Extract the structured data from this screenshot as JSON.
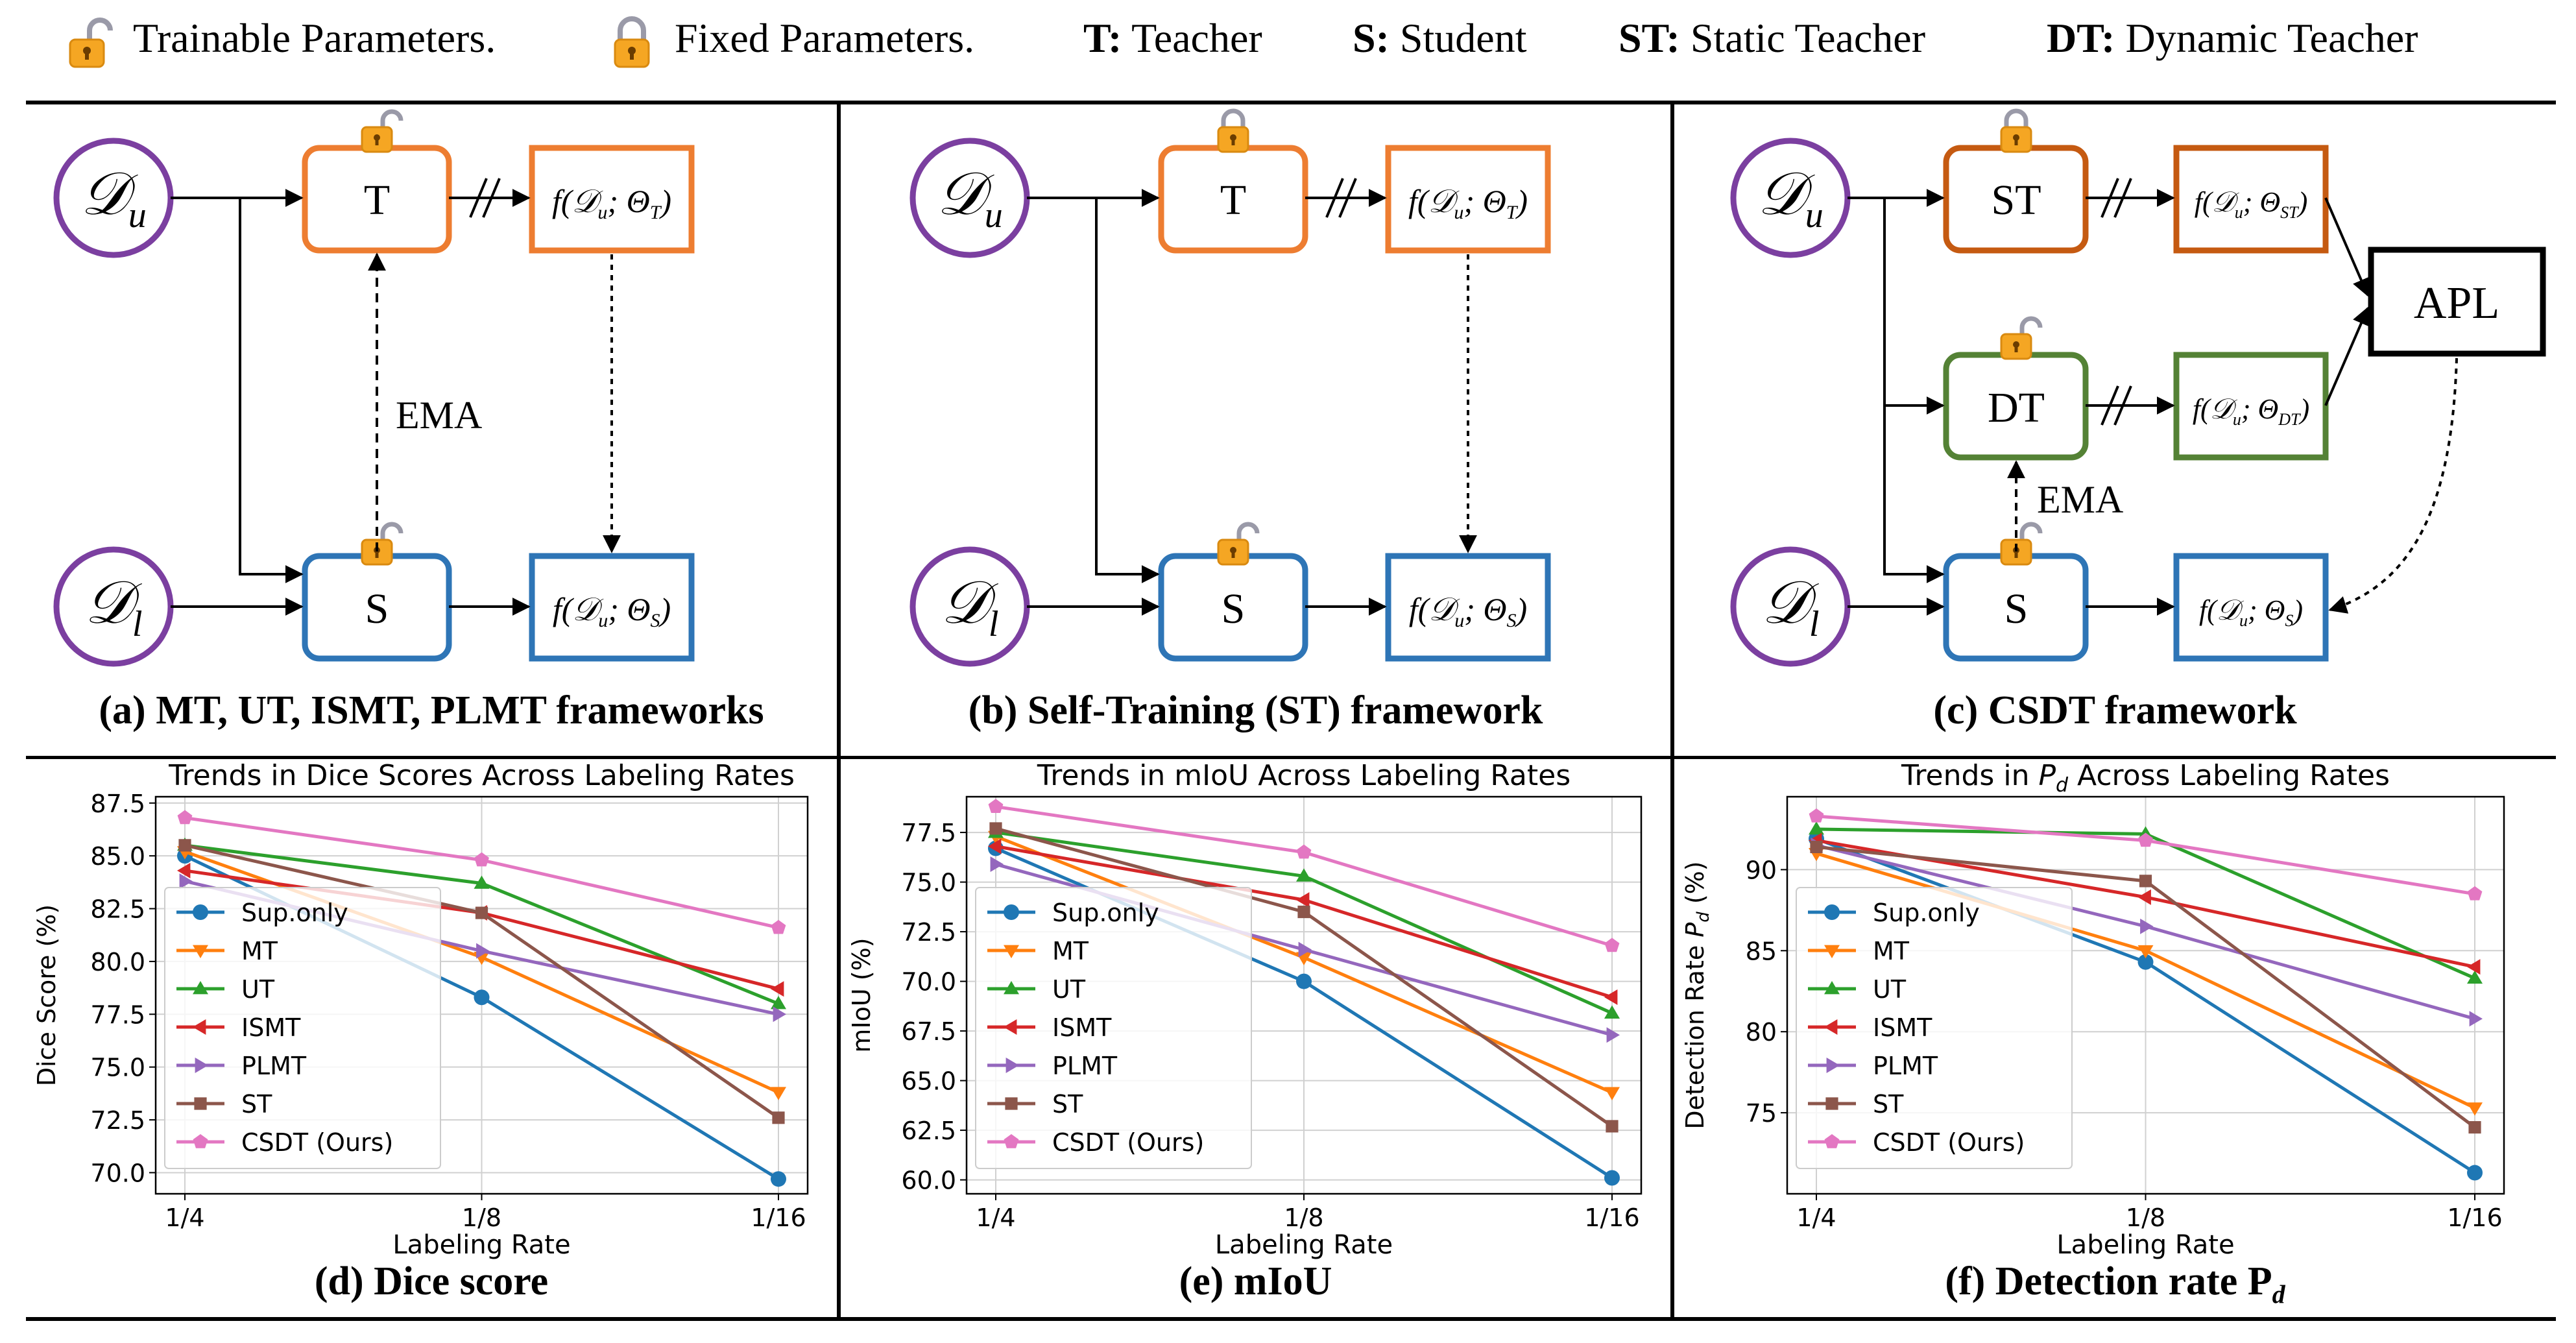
{
  "legend": {
    "trainable": "Trainable Parameters.",
    "fixed": "Fixed Parameters.",
    "t_key": "T:",
    "t_val": "Teacher",
    "s_key": "S:",
    "s_val": "Student",
    "st_key": "ST:",
    "st_val": "Static Teacher",
    "dt_key": "DT:",
    "dt_val": "Dynamic Teacher"
  },
  "panels": {
    "a": {
      "caption": "(a) MT, UT, ISMT, PLMT frameworks",
      "teacher": "T",
      "student": "S",
      "ema": "EMA",
      "du": "𝒟",
      "du_sub": "u",
      "dl": "𝒟",
      "dl_sub": "l",
      "out_t": "f(𝒟u; ΘT)",
      "out_s": "f(𝒟u; ΘS)"
    },
    "b": {
      "caption": "(b) Self-Training (ST) framework",
      "teacher": "T",
      "student": "S",
      "out_t": "f(𝒟u; ΘT)",
      "out_s": "f(𝒟u; ΘS)"
    },
    "c": {
      "caption": "(c) CSDT framework",
      "st": "ST",
      "dt": "DT",
      "student": "S",
      "ema": "EMA",
      "apl": "APL",
      "out_st": "f(𝒟u; ΘST)",
      "out_dt": "f(𝒟u; ΘDT)",
      "out_s": "f(𝒟u; ΘS)"
    },
    "d": {
      "caption": "(d) Dice score"
    },
    "e": {
      "caption": "(e) mIoU"
    },
    "f": {
      "caption": "(f) Detection rate P",
      "caption_sub": "d"
    }
  },
  "colors": {
    "teacher": "#ED7D31",
    "student": "#2E75B6",
    "data": "#7B3FA0",
    "dt": "#548235",
    "st": "#C55A11"
  },
  "chart_data": [
    {
      "type": "line",
      "title": "Trends in Dice Scores Across Labeling Rates",
      "xlabel": "Labeling Rate",
      "ylabel": "Dice Score (%)",
      "categories": [
        "1/4",
        "1/8",
        "1/16"
      ],
      "ylim": [
        69.0,
        87.8
      ],
      "yticks": [
        "70.0",
        "72.5",
        "75.0",
        "77.5",
        "80.0",
        "82.5",
        "85.0",
        "87.5"
      ],
      "grid": true,
      "legend_position": "lower-left",
      "series": [
        {
          "name": "Sup.only",
          "color": "#1f77b4",
          "marker": "circle",
          "values": [
            85.0,
            78.3,
            69.7
          ]
        },
        {
          "name": "MT",
          "color": "#ff7f0e",
          "marker": "triangle-down",
          "values": [
            85.2,
            80.2,
            73.8
          ]
        },
        {
          "name": "UT",
          "color": "#2ca02c",
          "marker": "triangle-up",
          "values": [
            85.5,
            83.7,
            78.0
          ]
        },
        {
          "name": "ISMT",
          "color": "#d62728",
          "marker": "triangle-left",
          "values": [
            84.3,
            82.3,
            78.7
          ]
        },
        {
          "name": "PLMT",
          "color": "#9467bd",
          "marker": "triangle-right",
          "values": [
            83.8,
            80.5,
            77.5
          ]
        },
        {
          "name": "ST",
          "color": "#8c564b",
          "marker": "square",
          "values": [
            85.5,
            82.3,
            72.6
          ]
        },
        {
          "name": "CSDT (Ours)",
          "color": "#e377c2",
          "marker": "pentagon",
          "values": [
            86.8,
            84.8,
            81.6
          ]
        }
      ]
    },
    {
      "type": "line",
      "title": "Trends in mIoU Across Labeling Rates",
      "xlabel": "Labeling Rate",
      "ylabel": "mIoU (%)",
      "categories": [
        "1/4",
        "1/8",
        "1/16"
      ],
      "ylim": [
        59.3,
        79.3
      ],
      "yticks": [
        "60.0",
        "62.5",
        "65.0",
        "67.5",
        "70.0",
        "72.5",
        "75.0",
        "77.5"
      ],
      "grid": true,
      "legend_position": "lower-left",
      "series": [
        {
          "name": "Sup.only",
          "color": "#1f77b4",
          "marker": "circle",
          "values": [
            76.7,
            70.0,
            60.1
          ]
        },
        {
          "name": "MT",
          "color": "#ff7f0e",
          "marker": "triangle-down",
          "values": [
            77.3,
            71.2,
            64.4
          ]
        },
        {
          "name": "UT",
          "color": "#2ca02c",
          "marker": "triangle-up",
          "values": [
            77.5,
            75.3,
            68.4
          ]
        },
        {
          "name": "ISMT",
          "color": "#d62728",
          "marker": "triangle-left",
          "values": [
            76.8,
            74.1,
            69.2
          ]
        },
        {
          "name": "PLMT",
          "color": "#9467bd",
          "marker": "triangle-right",
          "values": [
            75.9,
            71.6,
            67.3
          ]
        },
        {
          "name": "ST",
          "color": "#8c564b",
          "marker": "square",
          "values": [
            77.7,
            73.5,
            62.7
          ]
        },
        {
          "name": "CSDT (Ours)",
          "color": "#e377c2",
          "marker": "pentagon",
          "values": [
            78.8,
            76.5,
            71.8
          ]
        }
      ]
    },
    {
      "type": "line",
      "title": "Trends in P_d Across Labeling Rates",
      "xlabel": "Labeling Rate",
      "ylabel": "Detection Rate P_d (%)",
      "categories": [
        "1/4",
        "1/8",
        "1/16"
      ],
      "ylim": [
        70.0,
        94.5
      ],
      "yticks": [
        "75",
        "80",
        "85",
        "90"
      ],
      "grid": true,
      "legend_position": "lower-left",
      "series": [
        {
          "name": "Sup.only",
          "color": "#1f77b4",
          "marker": "circle",
          "values": [
            91.9,
            84.3,
            71.3
          ]
        },
        {
          "name": "MT",
          "color": "#ff7f0e",
          "marker": "triangle-down",
          "values": [
            91.0,
            85.0,
            75.3
          ]
        },
        {
          "name": "UT",
          "color": "#2ca02c",
          "marker": "triangle-up",
          "values": [
            92.5,
            92.2,
            83.3
          ]
        },
        {
          "name": "ISMT",
          "color": "#d62728",
          "marker": "triangle-left",
          "values": [
            91.8,
            88.3,
            84.0
          ]
        },
        {
          "name": "PLMT",
          "color": "#9467bd",
          "marker": "triangle-right",
          "values": [
            91.5,
            86.5,
            80.8
          ]
        },
        {
          "name": "ST",
          "color": "#8c564b",
          "marker": "square",
          "values": [
            91.4,
            89.3,
            74.1
          ]
        },
        {
          "name": "CSDT (Ours)",
          "color": "#e377c2",
          "marker": "pentagon",
          "values": [
            93.3,
            91.8,
            88.5
          ]
        }
      ]
    }
  ]
}
